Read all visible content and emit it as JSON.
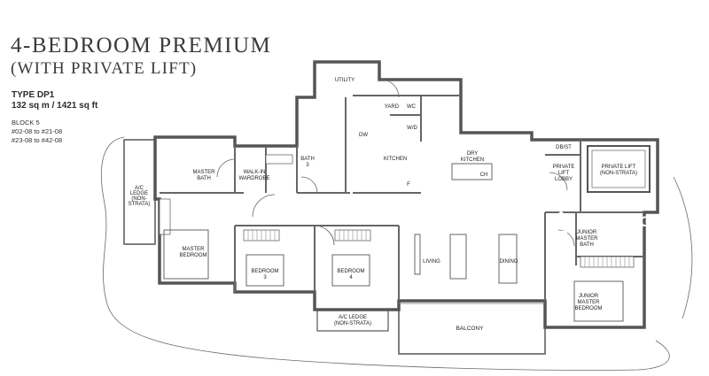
{
  "title": {
    "line1": "4-BEDROOM PREMIUM",
    "line2": "(WITH PRIVATE LIFT)"
  },
  "unit": {
    "type": "TYPE DP1",
    "area": "132 sq m / 1421 sq ft",
    "block_lines": [
      "BLOCK 5",
      "#02-08 to #21-08",
      "#23-08 to #42-08"
    ]
  },
  "rooms": {
    "utility": "UTILITY",
    "yard": "YARD",
    "wc": "WC",
    "wd": "W/D",
    "master_bath_1": "MASTER",
    "master_bath_2": "BATH",
    "walkin_1": "WALK-IN",
    "walkin_2": "WARDROBE",
    "bath3_1": "BATH",
    "bath3_2": "3",
    "dw": "DW",
    "kitchen": "KITCHEN",
    "dry_kitchen_1": "DRY",
    "dry_kitchen_2": "KITCHEN",
    "ch": "CH",
    "f": "F",
    "db_st": "DB/ST",
    "private_lobby_1": "PRIVATE",
    "private_lobby_2": "LIFT",
    "private_lobby_3": "LOBBY",
    "private_lift_1": "PRIVATE LIFT",
    "private_lift_2": "(NON-STRATA)",
    "ac_ledge_left_1": "A/C",
    "ac_ledge_left_2": "LEDGE",
    "ac_ledge_left_3": "(NON-",
    "ac_ledge_left_4": "STRATA)",
    "master_bedroom_1": "MASTER",
    "master_bedroom_2": "BEDROOM",
    "bedroom3_1": "BEDROOM",
    "bedroom3_2": "3",
    "bedroom4_1": "BEDROOM",
    "bedroom4_2": "4",
    "ac_ledge_bottom_1": "A/C LEDGE",
    "ac_ledge_bottom_2": "(NON-STRATA)",
    "living": "LIVING",
    "dining": "DINING",
    "balcony": "BALCONY",
    "junior_master_bath_1": "JUNIOR",
    "junior_master_bath_2": "MASTER",
    "junior_master_bath_3": "BATH",
    "junior_master_bedroom_1": "JUNIOR",
    "junior_master_bedroom_2": "MASTER",
    "junior_master_bedroom_3": "BEDROOM"
  },
  "watermark": {
    "text": "PropertyGuru"
  },
  "colors": {
    "wall": "#5a5a5a",
    "wall_fill": "#9a9a9a",
    "watermark": "#ffffff"
  }
}
